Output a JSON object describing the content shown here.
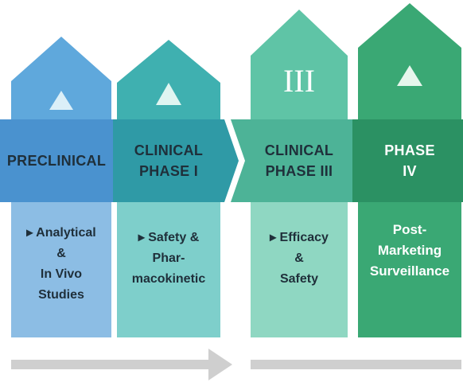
{
  "phases": [
    {
      "title_lines": [
        "PRECLINICAL"
      ],
      "body_lines": [
        "▸ Analytical",
        "&",
        "In Vivo",
        "Studies"
      ],
      "colors": {
        "roof": "#5fa8dc",
        "band": "#4a92cf",
        "body": "#8cbde4",
        "tri": "#dbeff8"
      }
    },
    {
      "title_lines": [
        "CLINICAL",
        "PHASE I"
      ],
      "body_lines": [
        "▸ Safety &",
        "Phar-",
        "macokinetic"
      ],
      "colors": {
        "roof": "#3fb0b0",
        "band": "#2f9aa6",
        "body": "#7ecfcb",
        "tri": "#dff5f1"
      }
    },
    {
      "roof_numeral": "III",
      "title_lines": [
        "CLINICAL",
        "PHASE III"
      ],
      "body_lines": [
        "▸ Efficacy",
        "&",
        "Safety"
      ],
      "colors": {
        "roof": "#5fc4a6",
        "band": "#4db397",
        "body": "#8fd7c2",
        "tri": "#e4f6ef"
      }
    },
    {
      "title_lines": [
        "PHASE",
        "IV"
      ],
      "body_lines": [
        "Post-",
        "Marketing",
        "Surveillance"
      ],
      "colors": {
        "roof": "#3aa874",
        "band": "#2b9163",
        "body": "#3aa874",
        "tri": "#e6f6ec"
      }
    }
  ],
  "timeline_color": "#cfcfcf"
}
